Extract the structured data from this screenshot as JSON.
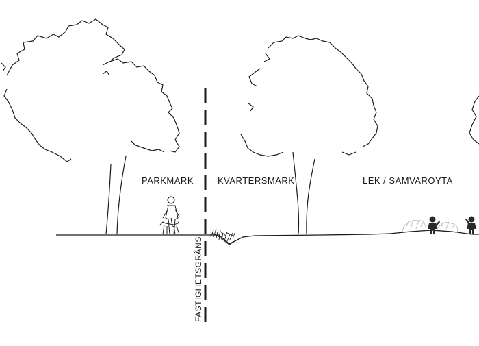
{
  "labels": {
    "parkmark": "PARKMARK",
    "kvartersmark": "KVARTERSMARK",
    "lek_samvaroyta": "LEK / SAMVAROYTA",
    "fastighetsgrans": "FASTIGHETSGRÄNS"
  },
  "colors": {
    "line": "#1a1a1a",
    "shrub": "#bdbdbd",
    "figure_fill": "#2a2a2a",
    "background": "#ffffff"
  },
  "icons": [
    "tree-outline",
    "person-with-dog",
    "child-figure",
    "shrub",
    "rain-garden-plants"
  ]
}
